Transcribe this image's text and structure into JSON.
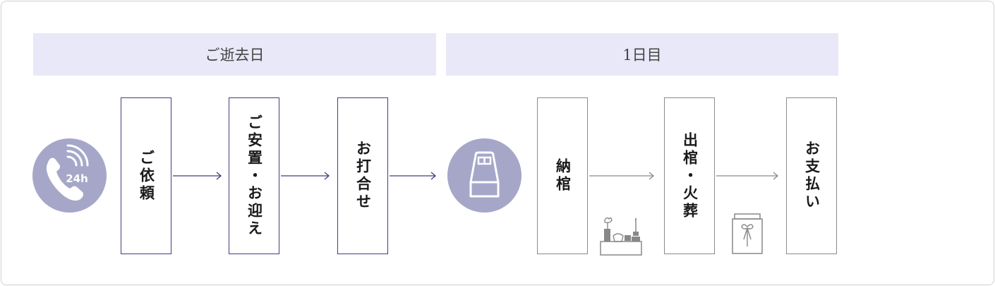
{
  "phases": [
    {
      "label": "ご逝去日"
    },
    {
      "label": "1日目"
    }
  ],
  "steps": [
    {
      "label": "ご依頼"
    },
    {
      "label": "ご安置・お迎え"
    },
    {
      "label": "お打合せ"
    },
    {
      "label": "納棺"
    },
    {
      "label": "出棺・火葬"
    },
    {
      "label": "お支払い"
    }
  ],
  "icons": {
    "phone": "phone-24h-icon",
    "bed": "bed-icon",
    "altar": "altar-icon",
    "urn": "urn-box-icon"
  },
  "phone_badge": "24h",
  "colors": {
    "band": "#e9e8f8",
    "navy": "#3d3f80",
    "gray": "#8a8a8a",
    "circle": "#a6a7c8"
  }
}
